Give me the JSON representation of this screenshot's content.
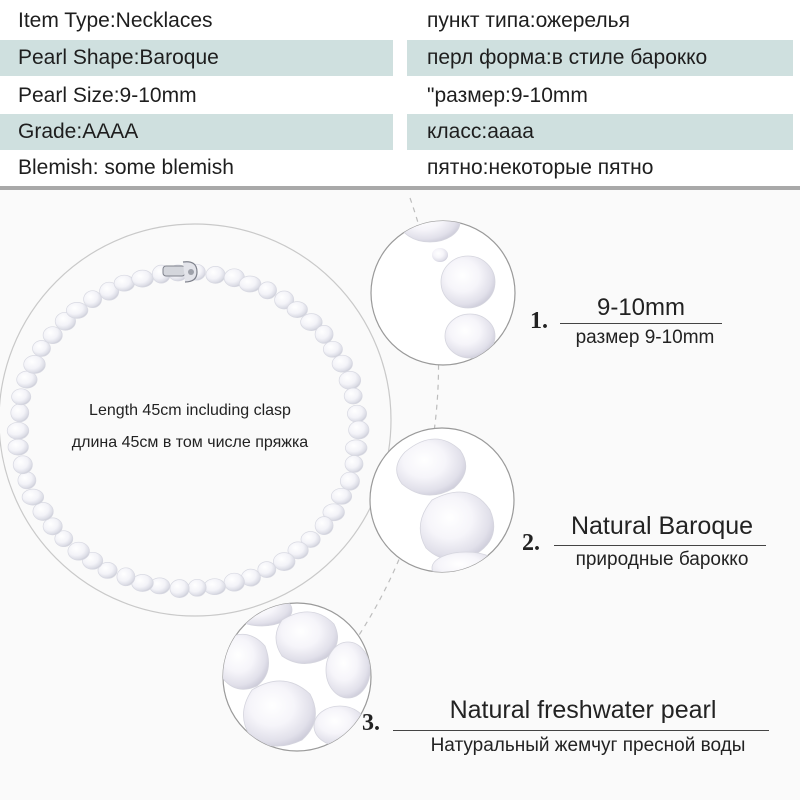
{
  "specs": {
    "rows": [
      {
        "en": "Item Type:Necklaces",
        "ru": "пункт типа:ожерелья"
      },
      {
        "en": "Pearl Shape:Baroque",
        "ru": "перл форма:в стиле барокко"
      },
      {
        "en": "Pearl Size:9-10mm",
        "ru": "\"размер:9-10mm"
      },
      {
        "en": "Grade:AAAA",
        "ru": "класс:аааа"
      },
      {
        "en": "Blemish: some blemish",
        "ru": "пятно:некоторые пятно"
      }
    ]
  },
  "necklace": {
    "length_en": "Length 45cm including clasp",
    "length_ru": "длина 45см в том числе пряжка"
  },
  "features": [
    {
      "number": "1.",
      "title": "9-10mm",
      "subtitle": "размер 9-10mm"
    },
    {
      "number": "2.",
      "title": "Natural Baroque",
      "subtitle": "природные барокко"
    },
    {
      "number": "3.",
      "title": "Natural freshwater pearl",
      "subtitle": "Натуральный жемчуг пресной воды"
    }
  ],
  "colors": {
    "row_shade": "#cfe0df",
    "table_border": "#a9a9a9",
    "pearl": "#f7f7fb"
  }
}
